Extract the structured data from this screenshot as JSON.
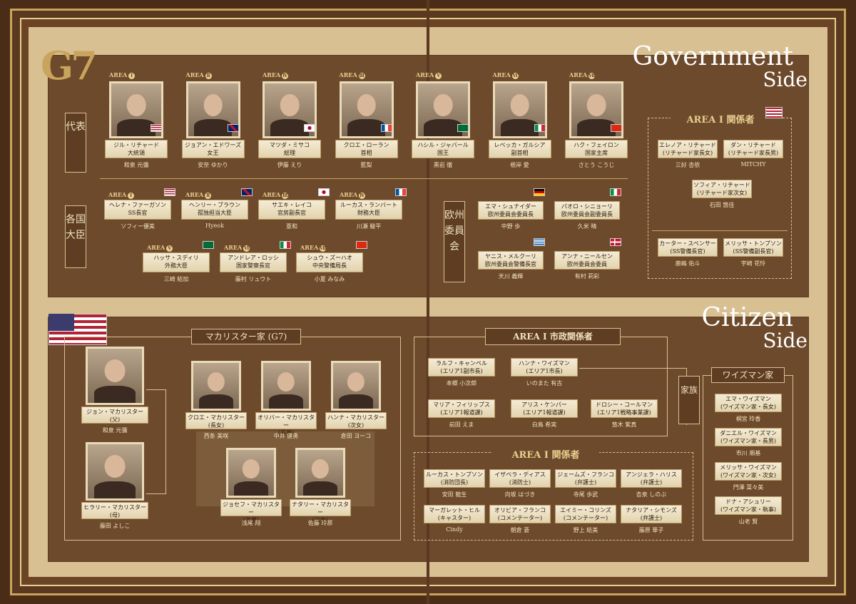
{
  "header": {
    "g7": "G7",
    "gov_line1": "Government",
    "gov_line2": "Side",
    "cit_line1": "Citizen",
    "cit_line2": "Side"
  },
  "labels": {
    "rep": "代表",
    "ministers": "各国大臣",
    "eu": "欧州委員会",
    "family": "家族"
  },
  "leaders": [
    {
      "area": "AREA",
      "num": "Ⅰ",
      "name": "ジル・リチャード",
      "role": "大統領",
      "actor": "和泉 元彌",
      "flag": "us"
    },
    {
      "area": "AREA",
      "num": "Ⅱ",
      "name": "ジョアン・エドワーズ",
      "role": "女王",
      "actor": "安奈 ゆかり",
      "flag": "uk"
    },
    {
      "area": "AREA",
      "num": "Ⅳ",
      "name": "マツダ・ミサコ",
      "role": "総理",
      "actor": "伊藤 えり",
      "flag": "jp"
    },
    {
      "area": "AREA",
      "num": "Ⅲ",
      "name": "クロエ・ローラン",
      "role": "首相",
      "actor": "藍梨",
      "flag": "fr"
    },
    {
      "area": "AREA",
      "num": "Ⅴ",
      "name": "ハシル・ジャバール",
      "role": "国王",
      "actor": "黒岩 徹",
      "flag": "sa"
    },
    {
      "area": "AREA",
      "num": "Ⅵ",
      "name": "レベッカ・ガルシア",
      "role": "副首相",
      "actor": "根岸 愛",
      "flag": "it"
    },
    {
      "area": "AREA",
      "num": "Ⅶ",
      "name": "ハク・フェイロン",
      "role": "国家主席",
      "actor": "さとう こうじ",
      "flag": "cn"
    }
  ],
  "ministers": [
    {
      "area": "AREA",
      "num": "Ⅰ",
      "name": "ヘレナ・ファーガソン",
      "role": "SS長官",
      "actor": "ソフィー優美",
      "flag": "us"
    },
    {
      "area": "AREA",
      "num": "Ⅱ",
      "name": "ヘンリー・ブラウン",
      "role": "孤独担当大臣",
      "actor": "Hyeok",
      "flag": "uk"
    },
    {
      "area": "AREA",
      "num": "Ⅲ",
      "name": "サエキ・レイコ",
      "role": "官房副長官",
      "actor": "亜和",
      "flag": "jp"
    },
    {
      "area": "AREA",
      "num": "Ⅳ",
      "name": "ルーカス・ランバート",
      "role": "財務大臣",
      "actor": "川瀬 駿平",
      "flag": "fr"
    },
    {
      "area": "AREA",
      "num": "Ⅴ",
      "name": "ハッサ・スディリ",
      "role": "外務大臣",
      "actor": "三崎 結加",
      "flag": "sa"
    },
    {
      "area": "AREA",
      "num": "Ⅵ",
      "name": "アンドレア・ロッシ",
      "role": "国家警察長官",
      "actor": "藤村 リュウト",
      "flag": "it"
    },
    {
      "area": "AREA",
      "num": "Ⅶ",
      "name": "シュウ・ズーハオ",
      "role": "中央警備局長",
      "actor": "小夏 みなみ",
      "flag": "cn"
    }
  ],
  "eu": [
    {
      "name": "エマ・シュナイダー",
      "role": "欧州委員会委員長",
      "actor": "中野 歩",
      "flag": "de"
    },
    {
      "name": "パオロ・シニョーリ",
      "role": "欧州委員会副委員長",
      "actor": "久米 晴",
      "flag": "it"
    },
    {
      "name": "ヤニス・メルクーリ",
      "role": "欧州委員会警備長官",
      "actor": "天川 義輝",
      "flag": "gr"
    },
    {
      "name": "アンナ・ニールセン",
      "role": "欧州委員会委員",
      "actor": "有村 莉彩",
      "flag": "dk"
    }
  ],
  "area1_gov": {
    "title": "AREA",
    "num": "Ⅰ",
    "suffix": "関係者",
    "members": [
      {
        "name": "エレノア・リチャード",
        "role": "(リチャード家長女)",
        "actor": "三好 杏依"
      },
      {
        "name": "ダン・リチャード",
        "role": "(リチャード家長男)",
        "actor": "MITCHY"
      },
      {
        "name": "ソフィア・リチャード",
        "role": "(リチャード家次女)",
        "actor": "石田 悠佳"
      },
      {
        "name": "カーター・スペンサー",
        "role": "(SS警備長官)",
        "actor": "鹿嶋 佑斗"
      },
      {
        "name": "メリッサ・トンプソン",
        "role": "(SS警備副長官)",
        "actor": "宇崎 花怜"
      }
    ]
  },
  "mccallister": {
    "title": "マカリスター家 (G7)",
    "members": [
      {
        "name": "ジョン・マカリスター",
        "role": "(父)",
        "actor": "和泉 元彌"
      },
      {
        "name": "ヒラリー・マカリスター",
        "role": "(母)",
        "actor": "藤田 よしこ"
      },
      {
        "name": "クロエ・マカリスター",
        "role": "(長女)",
        "actor": "西条 美咲"
      },
      {
        "name": "オリバー・マカリスター",
        "role": "(長男)",
        "actor": "中井 健勇"
      },
      {
        "name": "ハンナ・マカリスター",
        "role": "(次女)",
        "actor": "倉田 ヨーコ"
      },
      {
        "name": "ジョセフ・マカリスター",
        "role": "(次男)",
        "actor": "浅尾 翔"
      },
      {
        "name": "ナタリー・マカリスター",
        "role": "(三女)",
        "actor": "佐藤 玲那"
      }
    ]
  },
  "city": {
    "title": "AREA",
    "num": "Ⅰ",
    "suffix": "市政関係者",
    "members": [
      {
        "name": "ラルフ・キャンベル",
        "role": "(エリア1副市長)",
        "actor": "本郷 小次郎"
      },
      {
        "name": "ハンナ・ワイズマン",
        "role": "(エリア1市長)",
        "actor": "いのまた 有古"
      },
      {
        "name": "マリア・フィリップス",
        "role": "(エリア1報道課)",
        "actor": "前田 えま"
      },
      {
        "name": "アリス・ケンパー",
        "role": "(エリア1報道課)",
        "actor": "白鳥 希実"
      },
      {
        "name": "ドロシー・コールマン",
        "role": "(エリア1戦略事業課)",
        "actor": "悠木 紫真"
      }
    ]
  },
  "area1_cit": {
    "title": "AREA",
    "num": "Ⅰ",
    "suffix": "関係者",
    "members": [
      {
        "name": "ルーカス・トンプソン",
        "role": "(消防団長)",
        "actor": "安田 龍生"
      },
      {
        "name": "イザベラ・ディアス",
        "role": "(消防士)",
        "actor": "向坂 はづき"
      },
      {
        "name": "ジェームズ・フランコ",
        "role": "(弁護士)",
        "actor": "寺尾 歩武"
      },
      {
        "name": "アンジェラ・ハリス",
        "role": "(弁護士)",
        "actor": "杏泉 しのぶ"
      },
      {
        "name": "マーガレット・ヒル",
        "role": "(キャスター)",
        "actor": "Cindy"
      },
      {
        "name": "オリビア・フランコ",
        "role": "(コメンテーター)",
        "actor": "朝倉 蒼"
      },
      {
        "name": "エイミー・コリンズ",
        "role": "(コメンテーター)",
        "actor": "野上 結美"
      },
      {
        "name": "ナタリア・シモンズ",
        "role": "(弁護士)",
        "actor": "藤原 華子"
      }
    ]
  },
  "wiseman": {
    "title": "ワイズマン家",
    "members": [
      {
        "name": "エマ・ワイズマン",
        "role": "(ワイズマン家・長女)",
        "actor": "桐宮 玲香"
      },
      {
        "name": "ダニエル・ワイズマン",
        "role": "(ワイズマン家・長男)",
        "actor": "市川 順基"
      },
      {
        "name": "メリッサ・ワイズマン",
        "role": "(ワイズマン家・次女)",
        "actor": "門澤 菜々美"
      },
      {
        "name": "ドナ・アシュリー",
        "role": "(ワイズマン家・執事)",
        "actor": "山老 賢"
      }
    ]
  }
}
